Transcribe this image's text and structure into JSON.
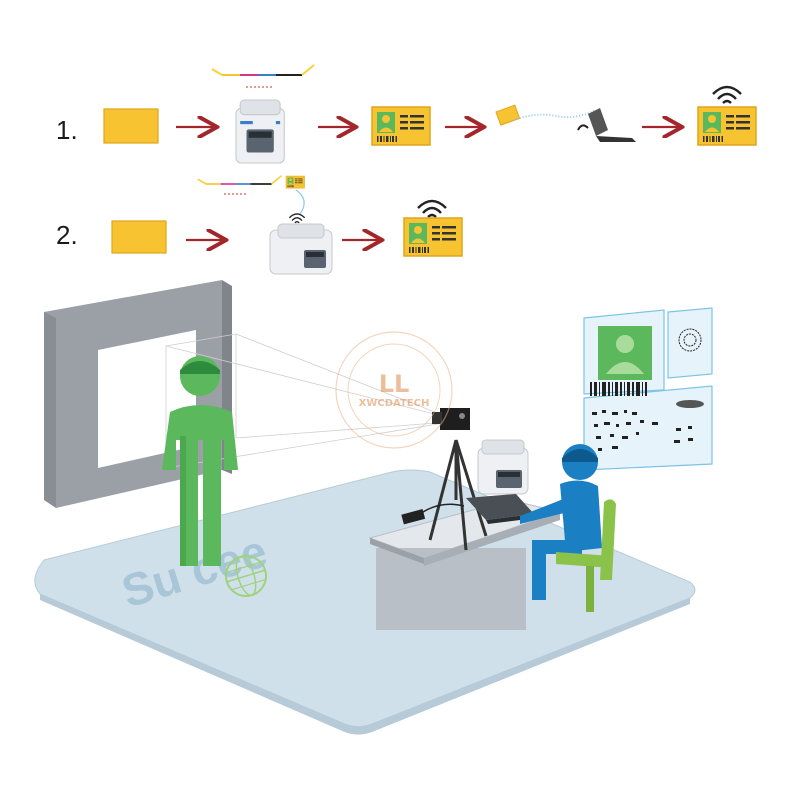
{
  "steps": [
    {
      "label": "1."
    },
    {
      "label": "2."
    }
  ],
  "floor_logo": {
    "text": "Su   cee"
  },
  "watermark": {
    "brand": "XWCDATECH",
    "mark": "ꓡꓡ"
  },
  "colors": {
    "card_yellow": "#f7c331",
    "card_border": "#e0a51c",
    "arrow_red": "#a3262b",
    "person_green": "#5cb85c",
    "person_green_dark": "#2e8b3e",
    "person_blue": "#1b7fc4",
    "floor": "#cfe0ea",
    "frame_gray": "#9aa0a6",
    "desk": "#d3d7db",
    "chair_green": "#8bc34a"
  },
  "icons": [
    "card-blank-icon",
    "card-printer-icon",
    "id-card-icon",
    "wifi-icon",
    "laptop-icon",
    "camera-icon",
    "tripod-icon",
    "fingerprint-icon",
    "barcode-icon",
    "signature-icon"
  ]
}
